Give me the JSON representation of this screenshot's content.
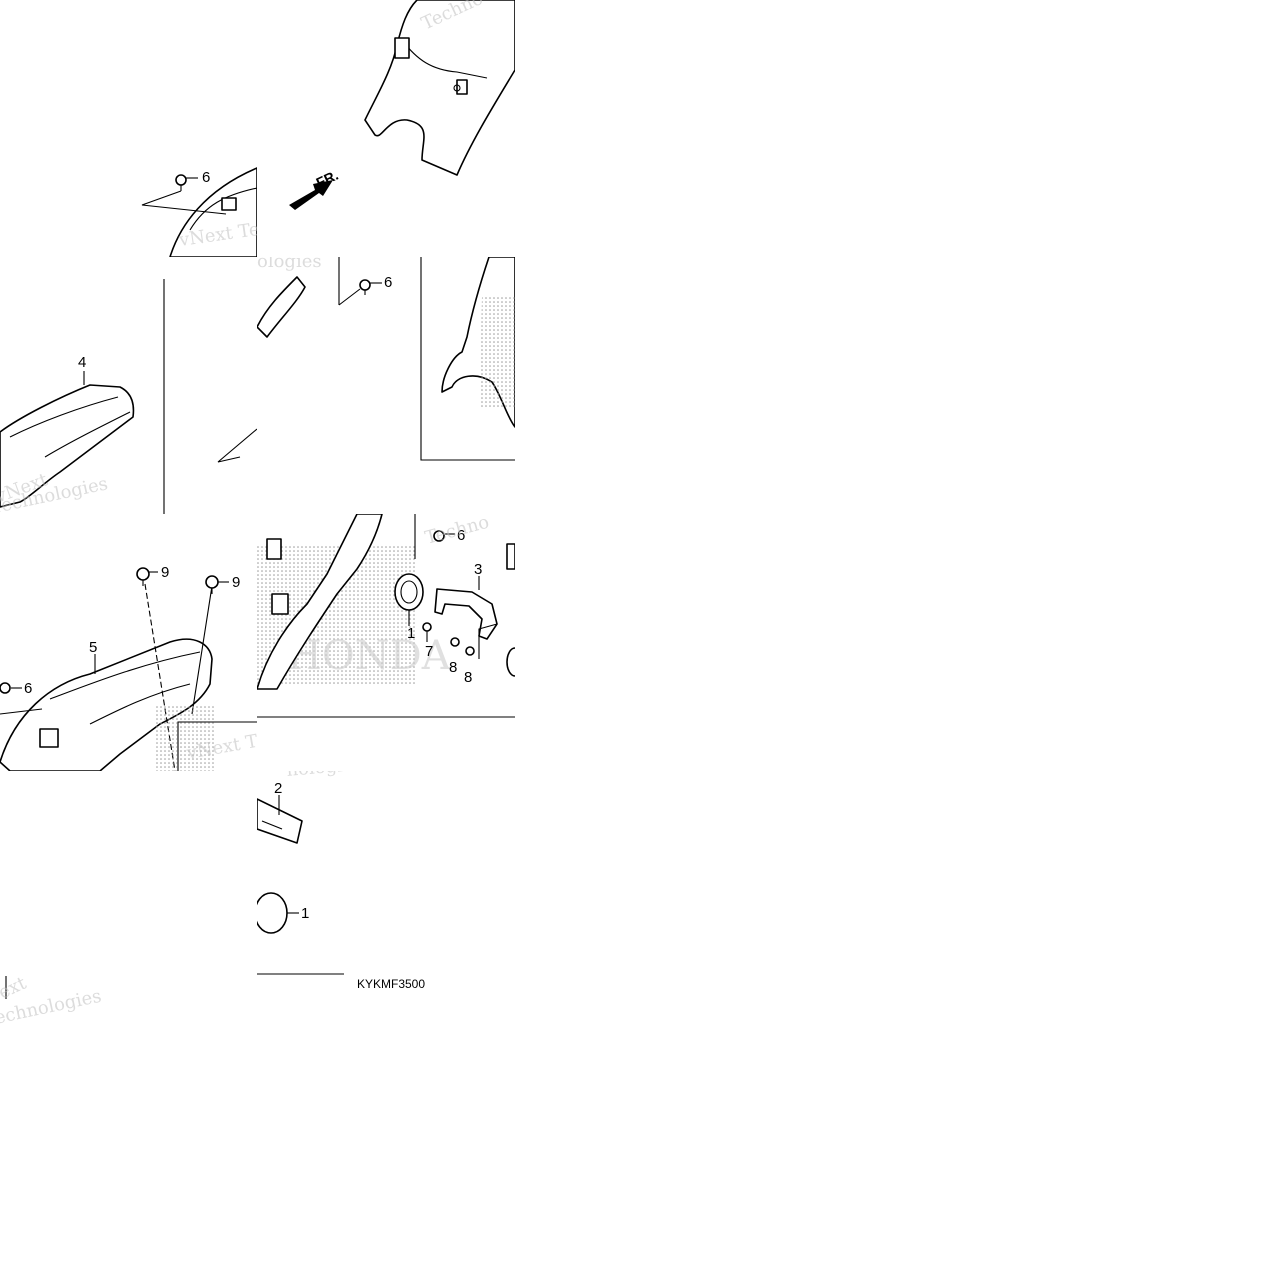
{
  "diagram": {
    "labels": {
      "p1": "1",
      "p2": "2",
      "p3": "3",
      "p4": "4",
      "p5": "5",
      "p6": "6",
      "p7": "7",
      "p8": "8",
      "p9": "9"
    },
    "direction_label": "FR.",
    "drawing_code": "KYKMF3500",
    "watermark": {
      "w1": "vNext Te",
      "w2": "Technologies",
      "w3": "Techno",
      "w4": "vNext",
      "w5": "Technologies",
      "w6": "vNext Tec",
      "w7": "ologies",
      "w8": "Techno",
      "w9": "chnologies",
      "w10": "ext",
      "w11": "echnologies",
      "w12": "nologies"
    },
    "logo_text": "HONDA"
  }
}
